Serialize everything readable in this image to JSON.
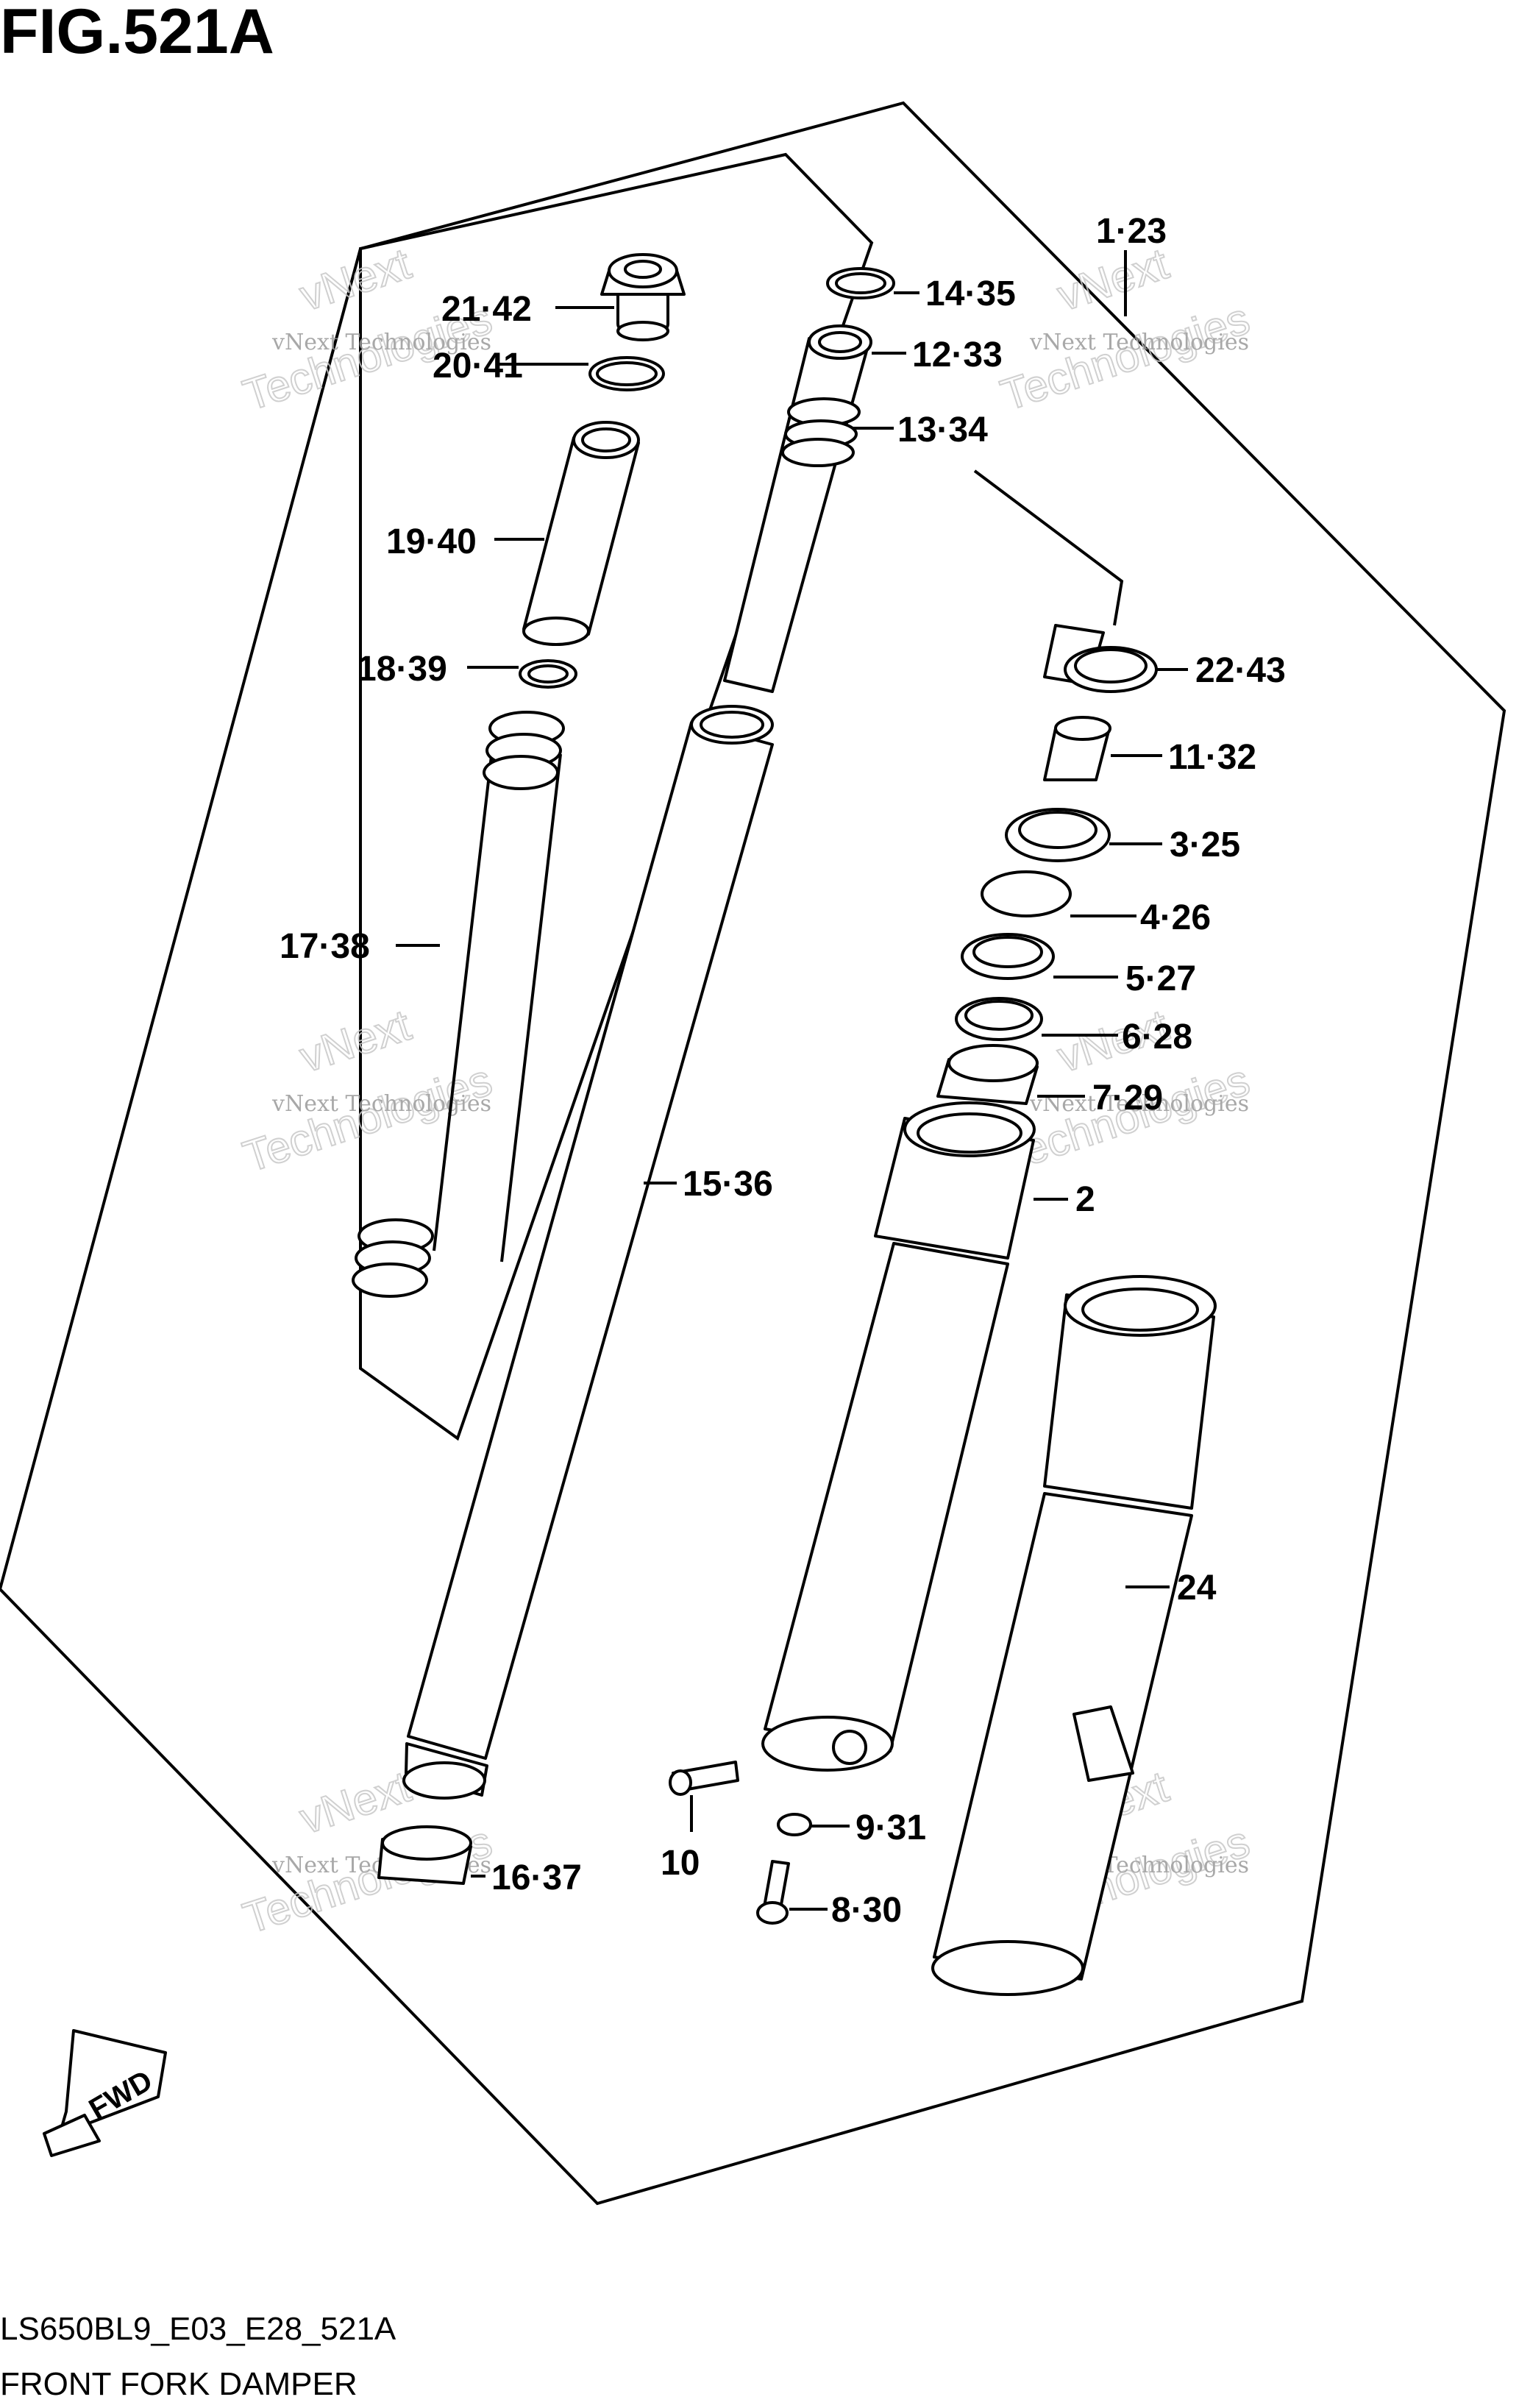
{
  "figure": {
    "title": "FIG.521A",
    "code": "LS650BL9_E03_E28_521A",
    "caption": "FRONT FORK DAMPER",
    "fwd_label": "FWD"
  },
  "watermark": {
    "line1": "vNext Technologies",
    "line2": "vNext",
    "line3": "Technologies"
  },
  "callouts": [
    {
      "id": "c1",
      "text": "1·23"
    },
    {
      "id": "c2",
      "text": "2"
    },
    {
      "id": "c3",
      "text": "3·25"
    },
    {
      "id": "c4",
      "text": "4·26"
    },
    {
      "id": "c5",
      "text": "5·27"
    },
    {
      "id": "c6",
      "text": "6·28"
    },
    {
      "id": "c7",
      "text": "7·29"
    },
    {
      "id": "c8",
      "text": "8·30"
    },
    {
      "id": "c9",
      "text": "9·31"
    },
    {
      "id": "c10",
      "text": "10"
    },
    {
      "id": "c11",
      "text": "11·32"
    },
    {
      "id": "c12",
      "text": "12·33"
    },
    {
      "id": "c13",
      "text": "13·34"
    },
    {
      "id": "c14",
      "text": "14·35"
    },
    {
      "id": "c15",
      "text": "15·36"
    },
    {
      "id": "c16",
      "text": "16·37"
    },
    {
      "id": "c17",
      "text": "17·38"
    },
    {
      "id": "c18",
      "text": "18·39"
    },
    {
      "id": "c19",
      "text": "19·40"
    },
    {
      "id": "c20",
      "text": "20·41"
    },
    {
      "id": "c21",
      "text": "21·42"
    },
    {
      "id": "c22",
      "text": "22·43"
    },
    {
      "id": "c24",
      "text": "24"
    }
  ]
}
